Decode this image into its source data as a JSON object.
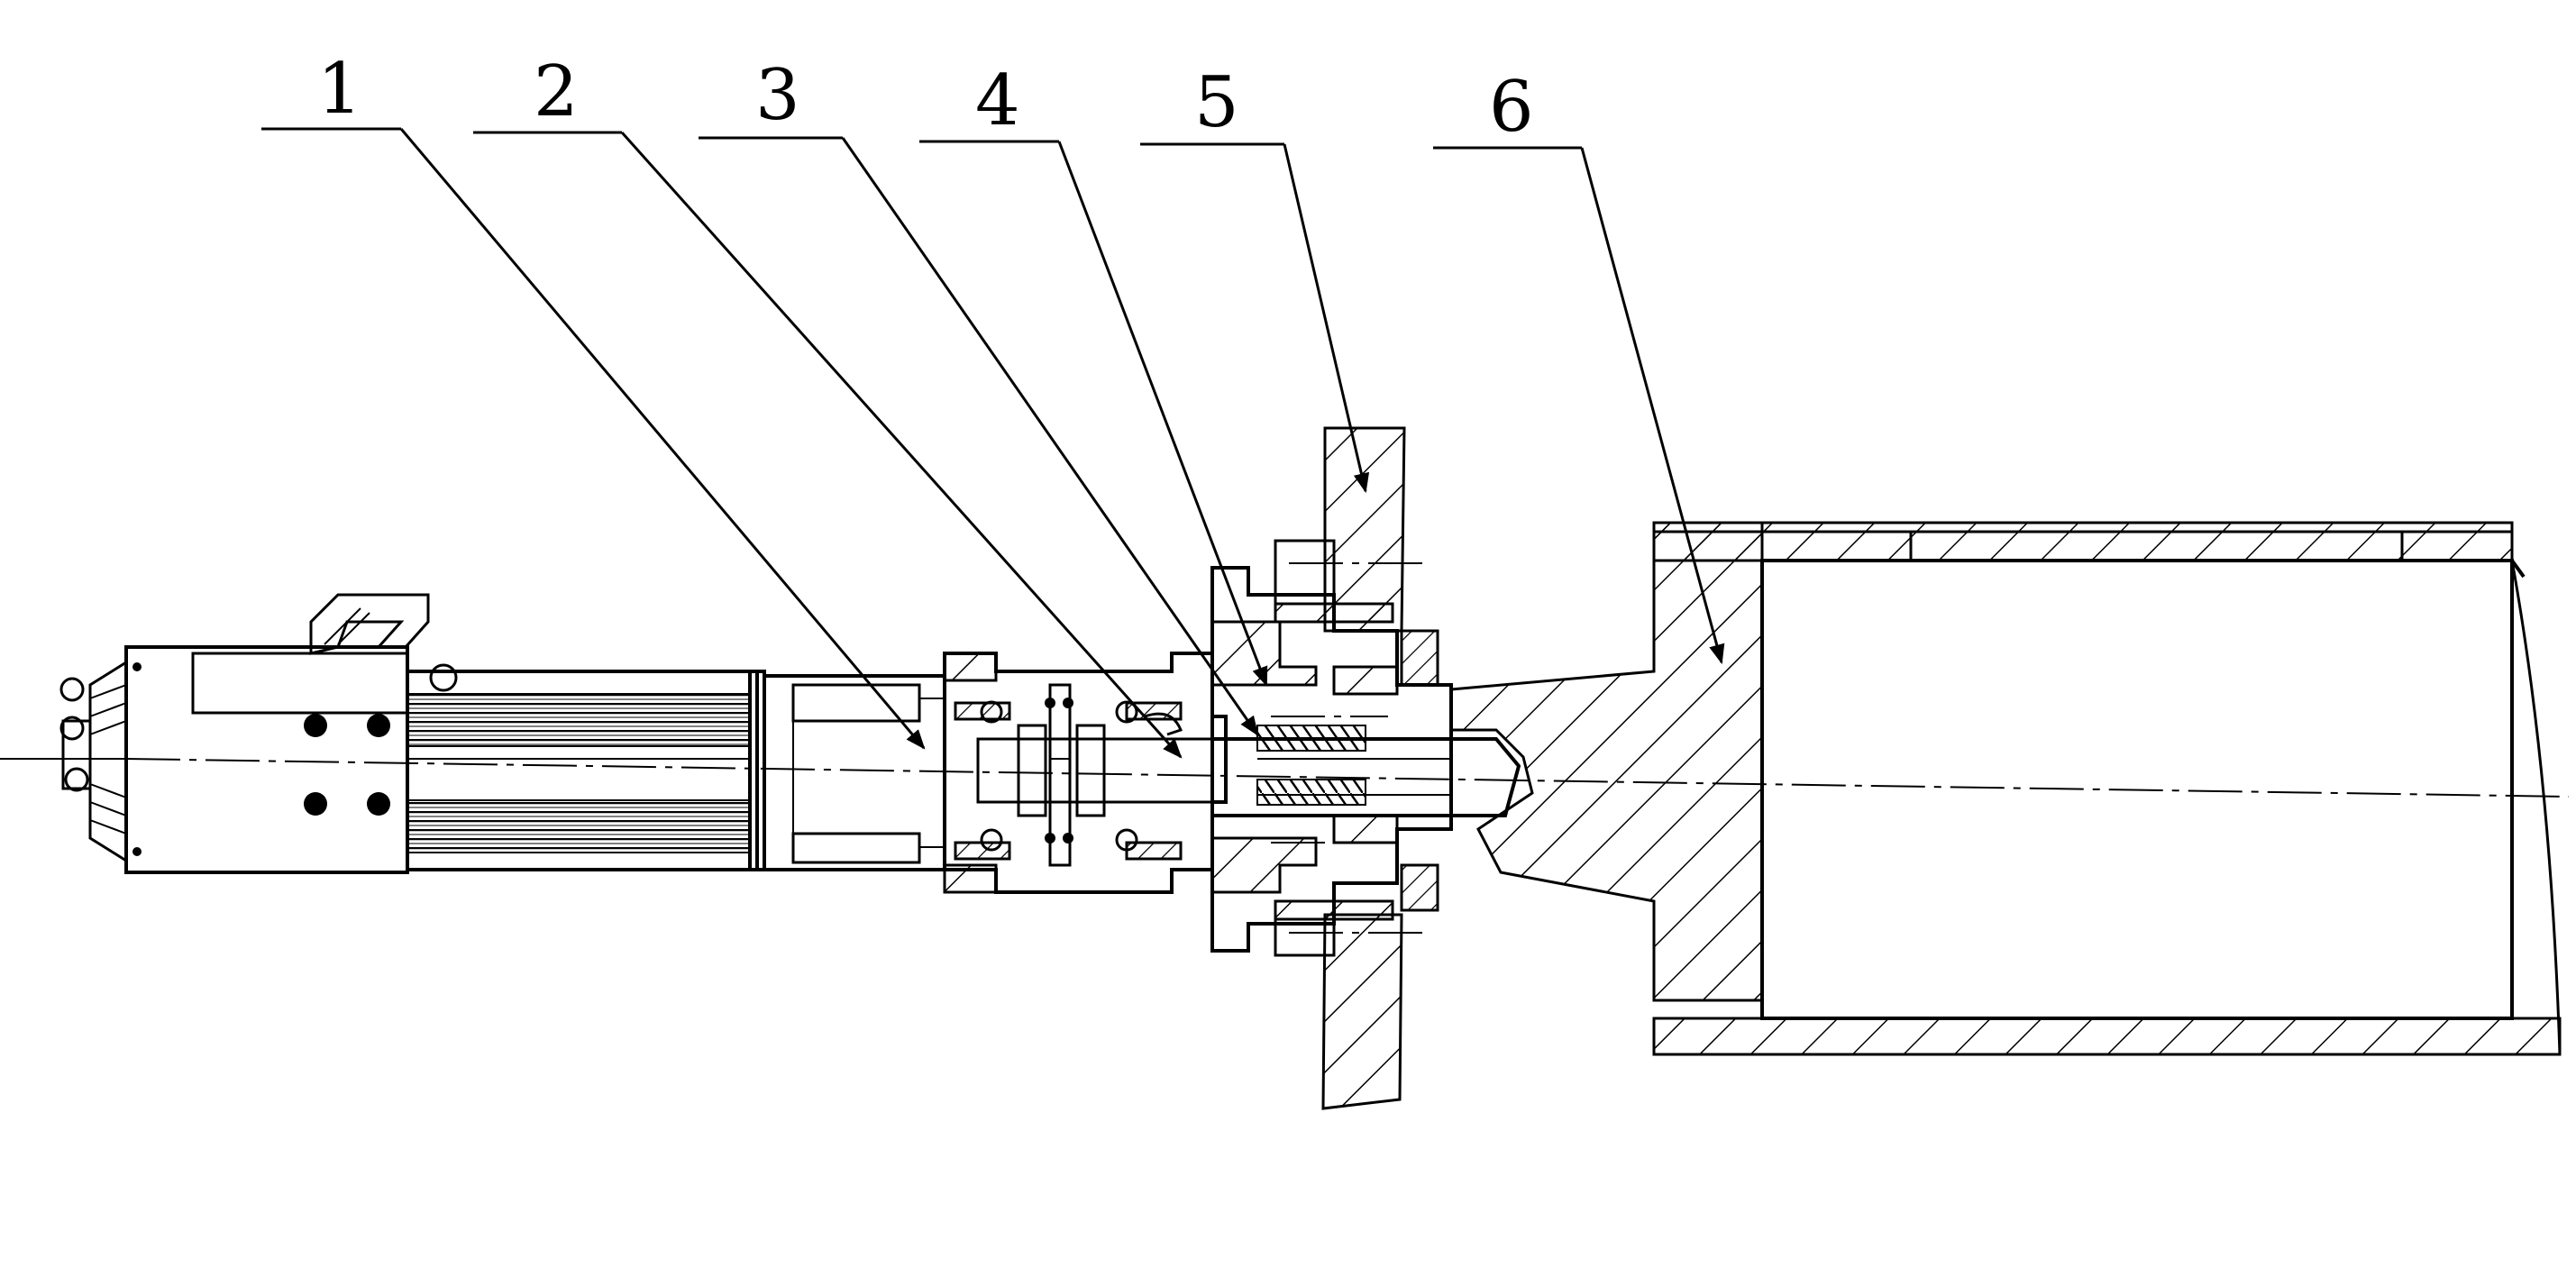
{
  "diagram": {
    "callouts": [
      {
        "number": "1"
      },
      {
        "number": "2"
      },
      {
        "number": "3"
      },
      {
        "number": "4"
      },
      {
        "number": "5"
      },
      {
        "number": "6"
      }
    ]
  }
}
